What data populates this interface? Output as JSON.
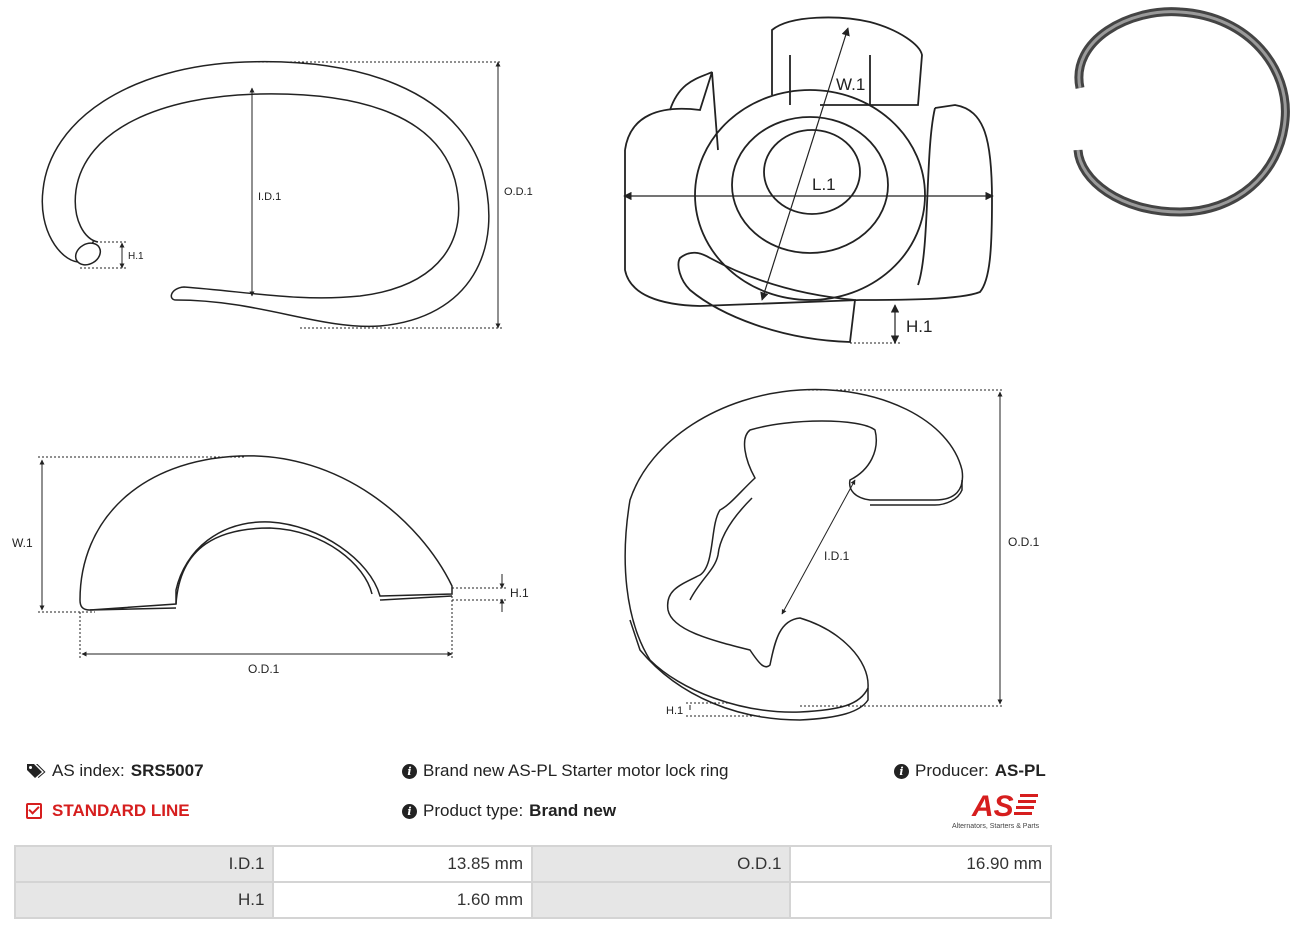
{
  "drawings": {
    "ring_top": {
      "id_label": "I.D.1",
      "od_label": "O.D.1",
      "h_label": "H.1"
    },
    "lock_top": {
      "w_label": "W.1",
      "l_label": "L.1",
      "h_label": "H.1"
    },
    "arc_side": {
      "w_label": "W.1",
      "h_label": "H.1",
      "od_label": "O.D.1"
    },
    "e_clip": {
      "id_label": "I.D.1",
      "od_label": "O.D.1",
      "h_label": "H.1"
    }
  },
  "info": {
    "index_label": "AS index:",
    "index_value": "SRS5007",
    "line_label": "STANDARD LINE",
    "description": "Brand new AS-PL Starter motor lock ring",
    "product_type_label": "Product type:",
    "product_type_value": "Brand new",
    "producer_label": "Producer:",
    "producer_value": "AS-PL"
  },
  "logo": {
    "mark": "AS",
    "tagline": "Alternators, Starters & Parts",
    "color": "#d61e1e"
  },
  "specs": {
    "rows": [
      {
        "label1": "I.D.1",
        "value1": "13.85 mm",
        "label2": "O.D.1",
        "value2": "16.90 mm"
      },
      {
        "label1": "H.1",
        "value1": "1.60 mm",
        "label2": "",
        "value2": ""
      }
    ]
  },
  "icons": [
    "tags-icon",
    "check-square-icon",
    "info-circle-icon"
  ]
}
